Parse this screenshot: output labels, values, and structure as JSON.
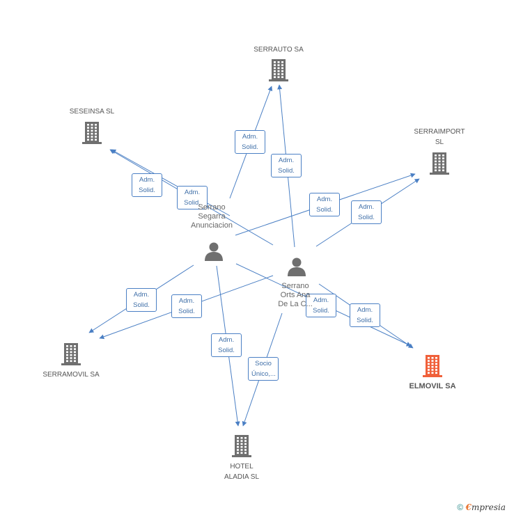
{
  "companies": [
    {
      "id": "serrauto",
      "label": "SERRAUTO SA",
      "highlight": false
    },
    {
      "id": "seseinsa",
      "label": "SESEINSA  SL",
      "highlight": false
    },
    {
      "id": "serraimport",
      "label": "SERRAIMPORT\nSL",
      "highlight": false
    },
    {
      "id": "serramovil",
      "label": "SERRAMOVIL SA",
      "highlight": false
    },
    {
      "id": "elmovil",
      "label": "ELMOVIL SA",
      "highlight": true
    },
    {
      "id": "hotel",
      "label": "HOTEL\nALADIA  SL",
      "highlight": false
    }
  ],
  "persons": [
    {
      "id": "p1",
      "label": "Serrano\nSegarra\nAnunciacion"
    },
    {
      "id": "p2",
      "label": "Serrano\nOrts Ana\nDe La C..."
    }
  ],
  "relations": [
    {
      "from": "p1",
      "to": "serrauto",
      "label": "Adm.\nSolid."
    },
    {
      "from": "p2",
      "to": "serrauto",
      "label": "Adm.\nSolid."
    },
    {
      "from": "p1",
      "to": "seseinsa",
      "label": "Adm.\nSolid."
    },
    {
      "from": "p2",
      "to": "seseinsa",
      "label": "Adm.\nSolid."
    },
    {
      "from": "p1",
      "to": "serraimport",
      "label": "Adm.\nSolid."
    },
    {
      "from": "p2",
      "to": "serraimport",
      "label": "Adm.\nSolid."
    },
    {
      "from": "p1",
      "to": "serramovil",
      "label": "Adm.\nSolid."
    },
    {
      "from": "p2",
      "to": "serramovil",
      "label": "Adm.\nSolid."
    },
    {
      "from": "p1",
      "to": "elmovil",
      "label": "Adm.\nSolid."
    },
    {
      "from": "p2",
      "to": "elmovil",
      "label": "Adm.\nSolid."
    },
    {
      "from": "p1",
      "to": "hotel",
      "label": "Adm.\nSolid."
    },
    {
      "from": "p2",
      "to": "hotel",
      "label": "Socio\nÚnico,..."
    }
  ],
  "colors": {
    "edge": "#4a7fc4",
    "building": "#6f6f6f",
    "building_highlight": "#f0603a",
    "person": "#6f6f6f"
  },
  "icons": {
    "company": "building-icon",
    "person": "person-icon"
  },
  "footer": {
    "copyright": "©",
    "brand_e": "€",
    "brand_rest": "mpresia"
  }
}
